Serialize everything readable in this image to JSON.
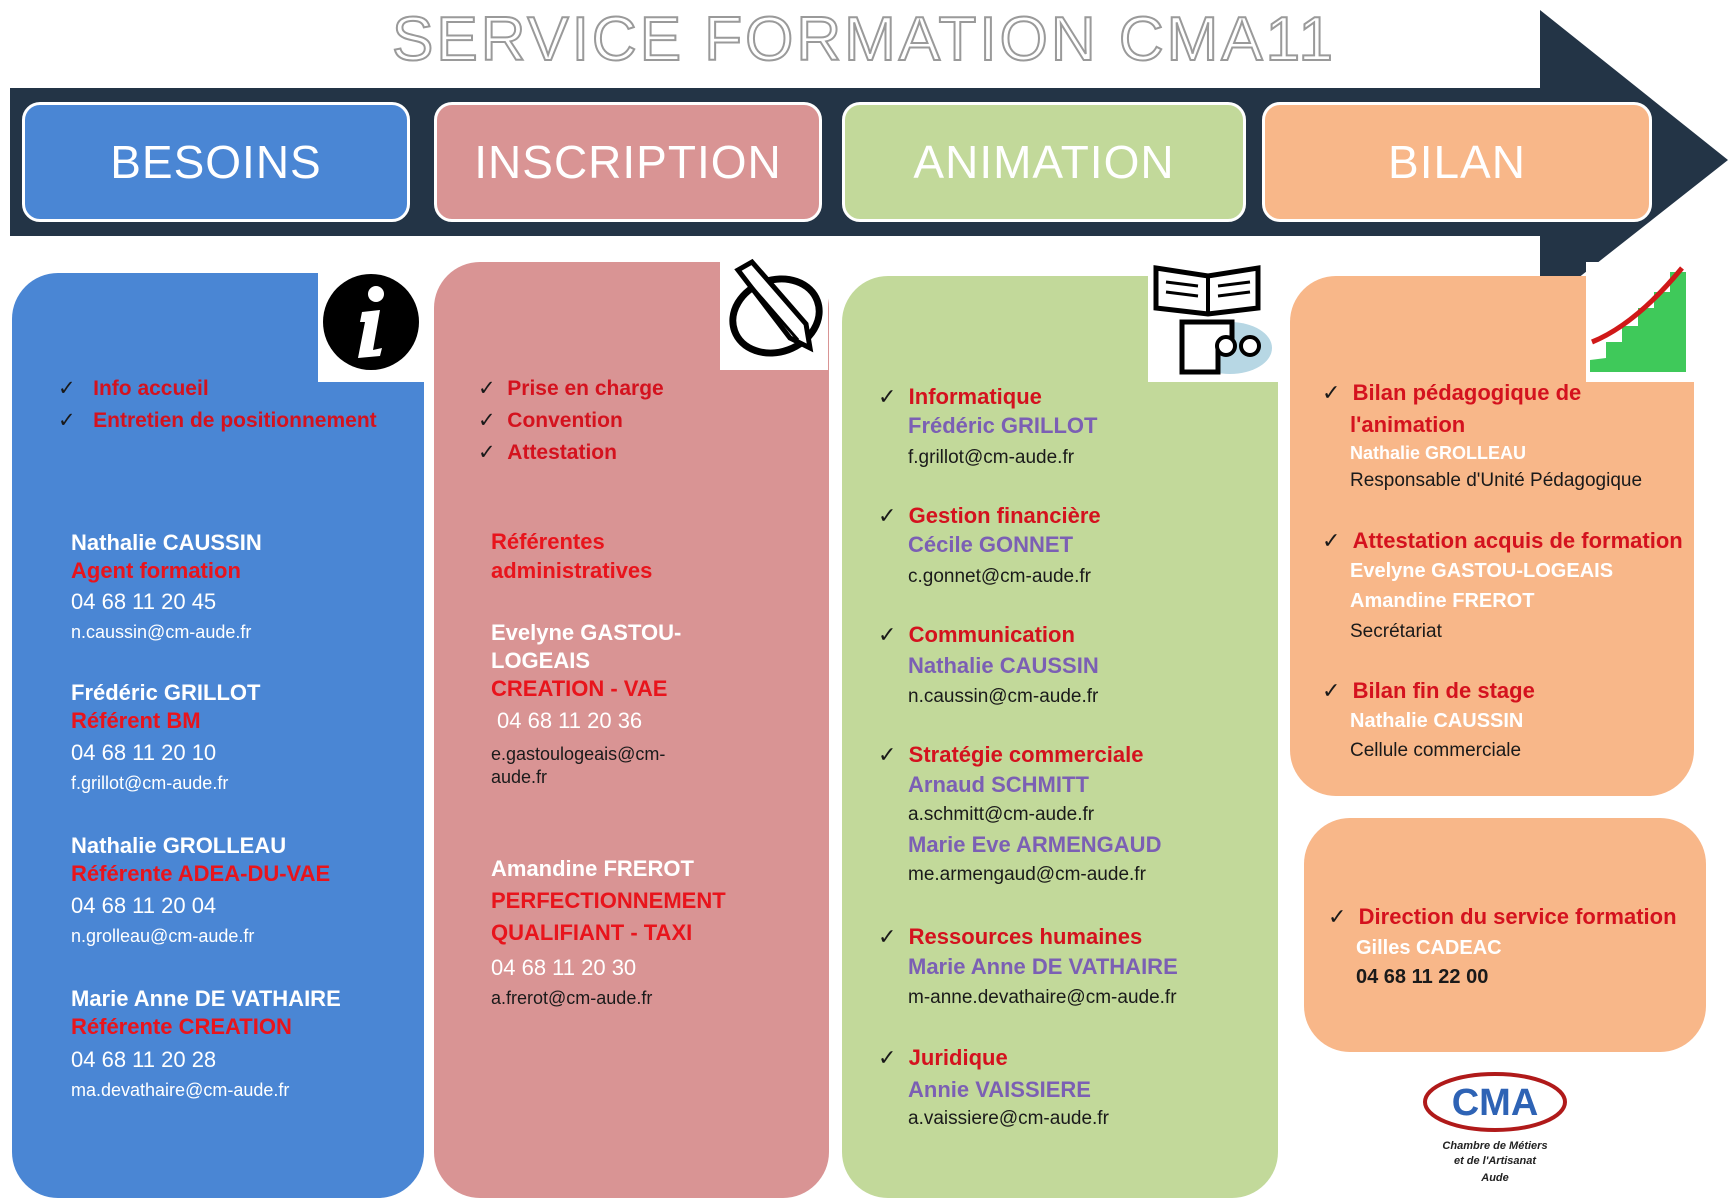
{
  "title": "SERVICE FORMATION CMA11",
  "colors": {
    "blue": "#4a86d4",
    "pink": "#d99494",
    "green": "#c2d99a",
    "orange": "#f8b789",
    "arrow": "#233446",
    "red": "#e8141c"
  },
  "stages": [
    "BESOINS",
    "INSCRIPTION",
    "ANIMATION",
    "BILAN"
  ],
  "besoins": {
    "icon": "info-icon",
    "items": [
      "Info accueil",
      "Entretien de positionnement"
    ],
    "contacts": [
      {
        "name": "Nathalie CAUSSIN",
        "role": "Agent formation",
        "phone": "04 68 11 20  45",
        "email": "n.caussin@cm-aude.fr"
      },
      {
        "name": "Frédéric GRILLOT",
        "role": "Référent BM",
        "phone": "04 68 11 20 10",
        "email": "f.grillot@cm-aude.fr"
      },
      {
        "name": "Nathalie GROLLEAU",
        "role": "Référente ADEA-DU-VAE",
        "phone": "04 68 11 20 04",
        "email": "n.grolleau@cm-aude.fr"
      },
      {
        "name": "Marie Anne DE VATHAIRE",
        "role": "Référente CREATION",
        "phone": "04 68 11 20 28",
        "email": "ma.devathaire@cm-aude.fr"
      }
    ]
  },
  "inscription": {
    "icon": "pencil-icon",
    "items": [
      "Prise en charge",
      "Convention",
      "Attestation"
    ],
    "heading_1": "Référentes",
    "heading_2": "administratives",
    "contact1": {
      "name_1": "Evelyne  GASTOU-",
      "name_2": "LOGEAIS",
      "role": "CREATION - VAE",
      "phone": "04 68 11 20 36",
      "email_1": "e.gastoulogeais@cm-",
      "email_2": "aude.fr"
    },
    "contact2": {
      "name": "Amandine  FREROT",
      "role_1": "PERFECTIONNEMENT",
      "role_2": "QUALIFIANT - TAXI",
      "phone": "04 68 11 20 30",
      "email": "a.frerot@cm-aude.fr"
    }
  },
  "animation": {
    "icon": "reader-book-icon",
    "entries": [
      {
        "topic": "Informatique",
        "name": "Frédéric GRILLOT",
        "email": "f.grillot@cm-aude.fr"
      },
      {
        "topic": "Gestion financière",
        "name": "Cécile GONNET",
        "email": "c.gonnet@cm-aude.fr"
      },
      {
        "topic": "Communication",
        "name": "Nathalie CAUSSIN",
        "email": "n.caussin@cm-aude.fr"
      },
      {
        "topic": "Stratégie commerciale",
        "name": "Arnaud  SCHMITT",
        "email": "a.schmitt@cm-aude.fr",
        "name2": "Marie Eve ARMENGAUD",
        "email2": "me.armengaud@cm-aude.fr"
      },
      {
        "topic": "Ressources humaines",
        "name": "Marie Anne  DE VATHAIRE",
        "email": "m-anne.devathaire@cm-aude.fr"
      },
      {
        "topic": "Juridique",
        "name": "Annie  VAISSIERE",
        "email": "a.vaissiere@cm-aude.fr"
      }
    ]
  },
  "bilan": {
    "icon": "growth-chart-icon",
    "e1": {
      "topic_1": "Bilan pédagogique de",
      "topic_2": "l'animation",
      "name": "Nathalie GROLLEAU",
      "role": "Responsable d'Unité Pédagogique"
    },
    "e2": {
      "topic": "Attestation acquis de formation",
      "name_1": "Evelyne GASTOU-LOGEAIS",
      "name_2": "Amandine  FREROT",
      "role": "Secrétariat"
    },
    "e3": {
      "topic": "Bilan fin de stage",
      "name": "Nathalie CAUSSIN",
      "role": "Cellule commerciale"
    }
  },
  "direction": {
    "topic": "Direction du service formation",
    "name": "Gilles CADEAC",
    "phone": "04 68 11 22 00"
  },
  "logo": {
    "mark": "CMA",
    "line1": "Chambre de Métiers",
    "line2": "et de l'Artisanat",
    "line3": "Aude"
  },
  "check": "✓"
}
